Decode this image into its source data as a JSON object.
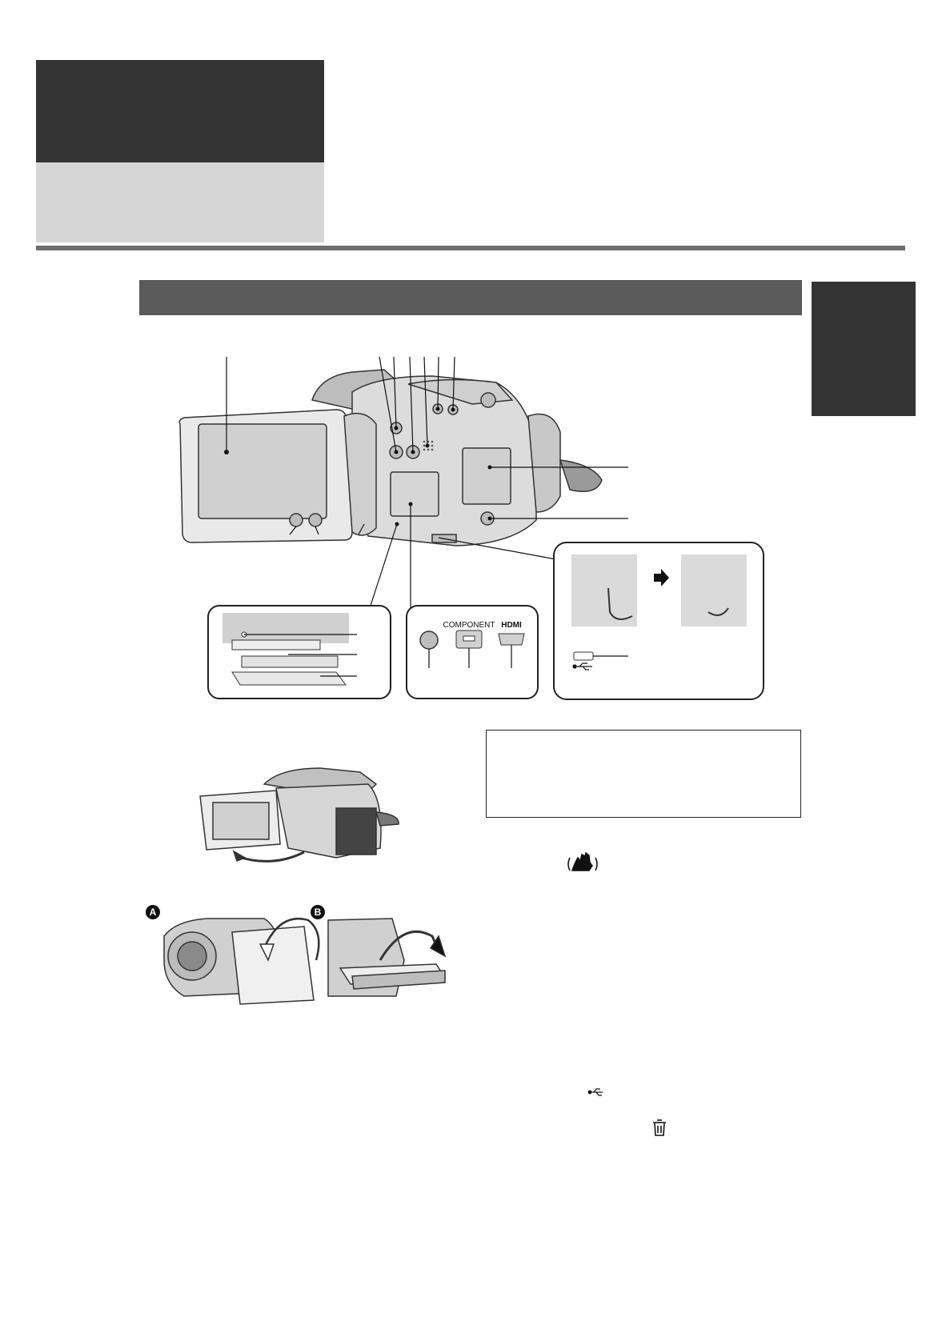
{
  "port_labels": {
    "component": "COMPONENT",
    "hdmi": "HDMI"
  },
  "figure_markers": {
    "a": "A",
    "b": "B"
  },
  "icons": {
    "stabilizer": "hand-shake-icon",
    "usb": "usb-icon",
    "delete": "trash-icon",
    "arrow": "right-arrow-icon"
  },
  "colors": {
    "chapter_dark": "#333333",
    "chapter_light": "#d6d6d6",
    "rule": "#6e6e6e",
    "section_bar": "#5a5a5a",
    "side_tab": "#333333"
  }
}
